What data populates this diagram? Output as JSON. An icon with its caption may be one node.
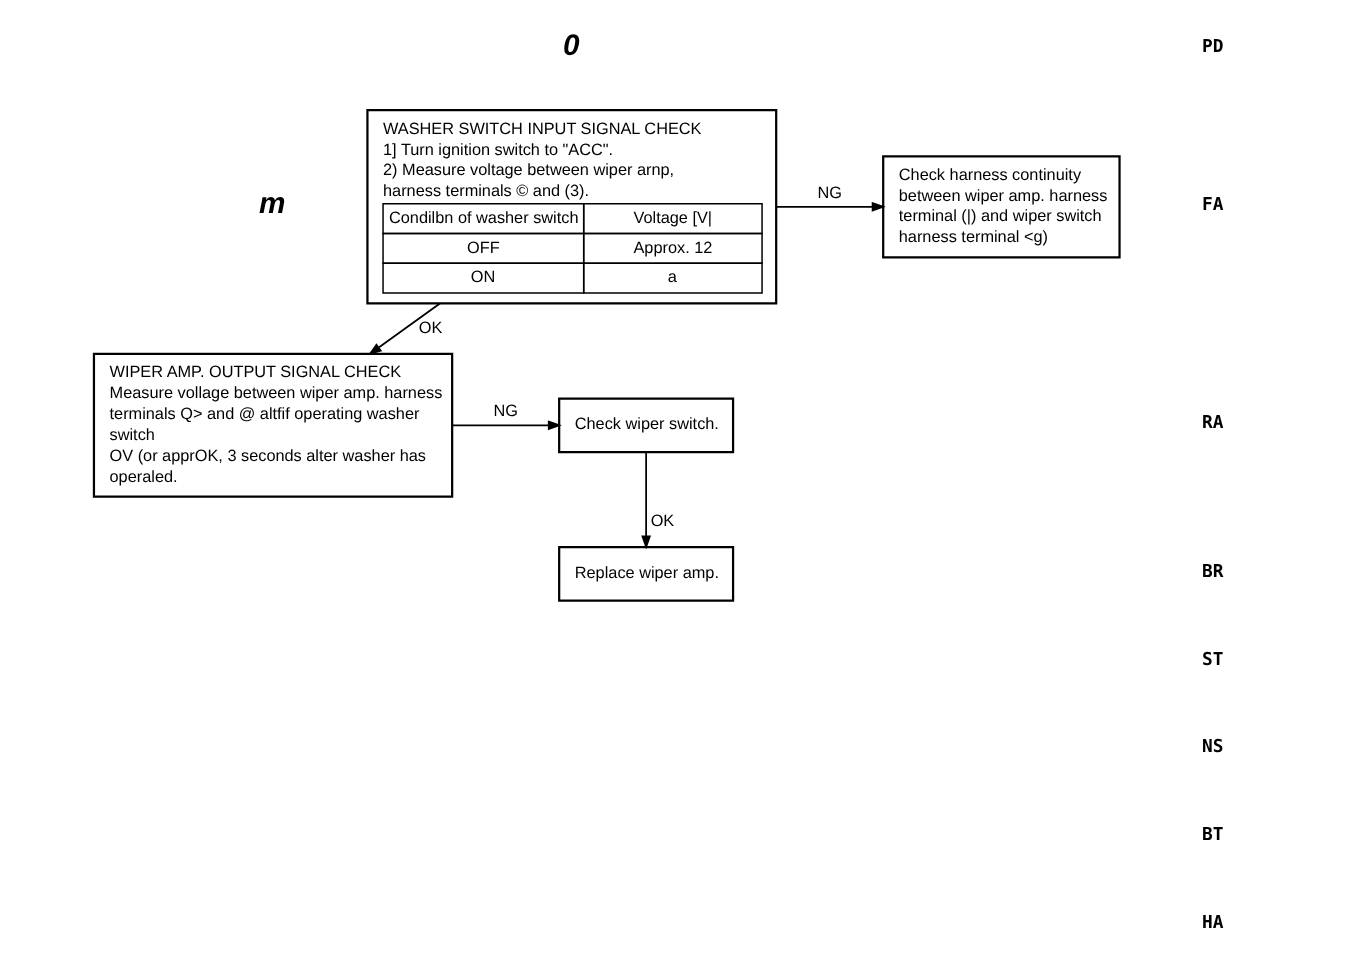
{
  "diagram": {
    "nodes": [
      {
        "text": [
          "WASHER SWITCH INPUT SIGNAL CHECK",
          "1] Turn ignition switch to \"ACC\".",
          "2) Measure voltage between wiper arnp, harness terminals © and (3)."
        ]
      },
      {
        "text": [
          "Check harness continuity between wiper amp. harness terminal (|) and wiper switch harness terminal <g)"
        ]
      },
      {
        "text": [
          "WIPER AMP. OUTPUT SIGNAL CHECK",
          "Measure vollage between wiper amp. harness terminals Q> and @ altfif operating washer switch",
          "OV (or apprOK, 3 seconds alter washer has operaled."
        ]
      },
      {
        "text": [
          "Check wiper switch."
        ]
      },
      {
        "text": [
          "Replace wiper amp."
        ]
      }
    ],
    "edges": [
      {
        "from": 0,
        "to": 1,
        "arrow": "to",
        "label": "NG"
      },
      {
        "from": 0,
        "to": 2,
        "arrow": "to",
        "label": "OK"
      },
      {
        "from": 2,
        "to": 3,
        "arrow": "to",
        "label": "NG"
      },
      {
        "from": 3,
        "to": 4,
        "arrow": "to",
        "label": "OK"
      }
    ],
    "labels": [
      "0",
      "Condilbn of washer switch",
      "Voltage [V|",
      "OFF",
      "Approx. 12",
      "ON",
      "a",
      "m",
      "PD",
      "FA",
      "RA",
      "BR",
      "ST",
      "NS",
      "BT",
      "HA"
    ]
  }
}
